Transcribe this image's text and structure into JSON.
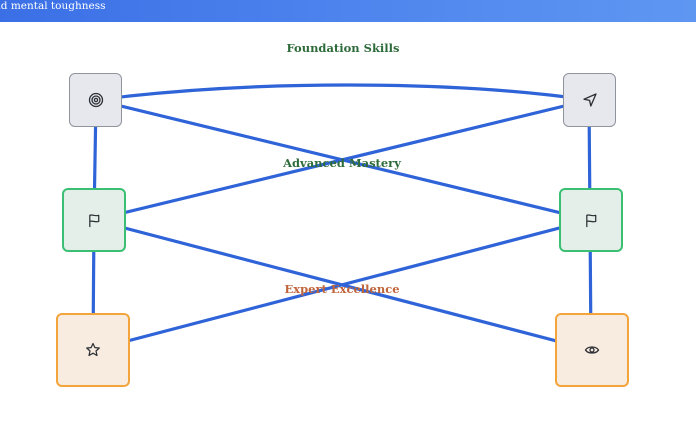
{
  "header": {
    "title_fragment": "nd mental toughness"
  },
  "sections": [
    {
      "key": "foundation",
      "label": "Foundation Skills",
      "color": "#2e6b3a"
    },
    {
      "key": "advanced",
      "label": "Advanced Mastery",
      "color": "#2e6b3a"
    },
    {
      "key": "expert",
      "label": "Expert Excellence",
      "color": "#c0643a"
    }
  ],
  "nodes": [
    {
      "id": "target",
      "icon": "target-icon",
      "tier": "foundation"
    },
    {
      "id": "nav",
      "icon": "navigation-arrow-icon",
      "tier": "foundation"
    },
    {
      "id": "flag-l",
      "icon": "flag-icon",
      "tier": "advanced"
    },
    {
      "id": "flag-r",
      "icon": "flag-icon",
      "tier": "advanced"
    },
    {
      "id": "star",
      "icon": "star-icon",
      "tier": "expert"
    },
    {
      "id": "eye",
      "icon": "eye-icon",
      "tier": "expert"
    }
  ],
  "connections": [
    {
      "from": "target",
      "to": "nav"
    },
    {
      "from": "target",
      "to": "flag-l"
    },
    {
      "from": "target",
      "to": "flag-r"
    },
    {
      "from": "nav",
      "to": "flag-l"
    },
    {
      "from": "nav",
      "to": "flag-r"
    },
    {
      "from": "flag-l",
      "to": "star"
    },
    {
      "from": "flag-l",
      "to": "eye"
    },
    {
      "from": "flag-r",
      "to": "star"
    },
    {
      "from": "flag-r",
      "to": "eye"
    }
  ],
  "colors": {
    "header_gradient_start": "#3b6fe6",
    "header_gradient_end": "#5e97f2",
    "connector": "#2f63d8",
    "foundation_border": "#8f939c",
    "advanced_border": "#3cbf73",
    "expert_border": "#f3a53c"
  }
}
